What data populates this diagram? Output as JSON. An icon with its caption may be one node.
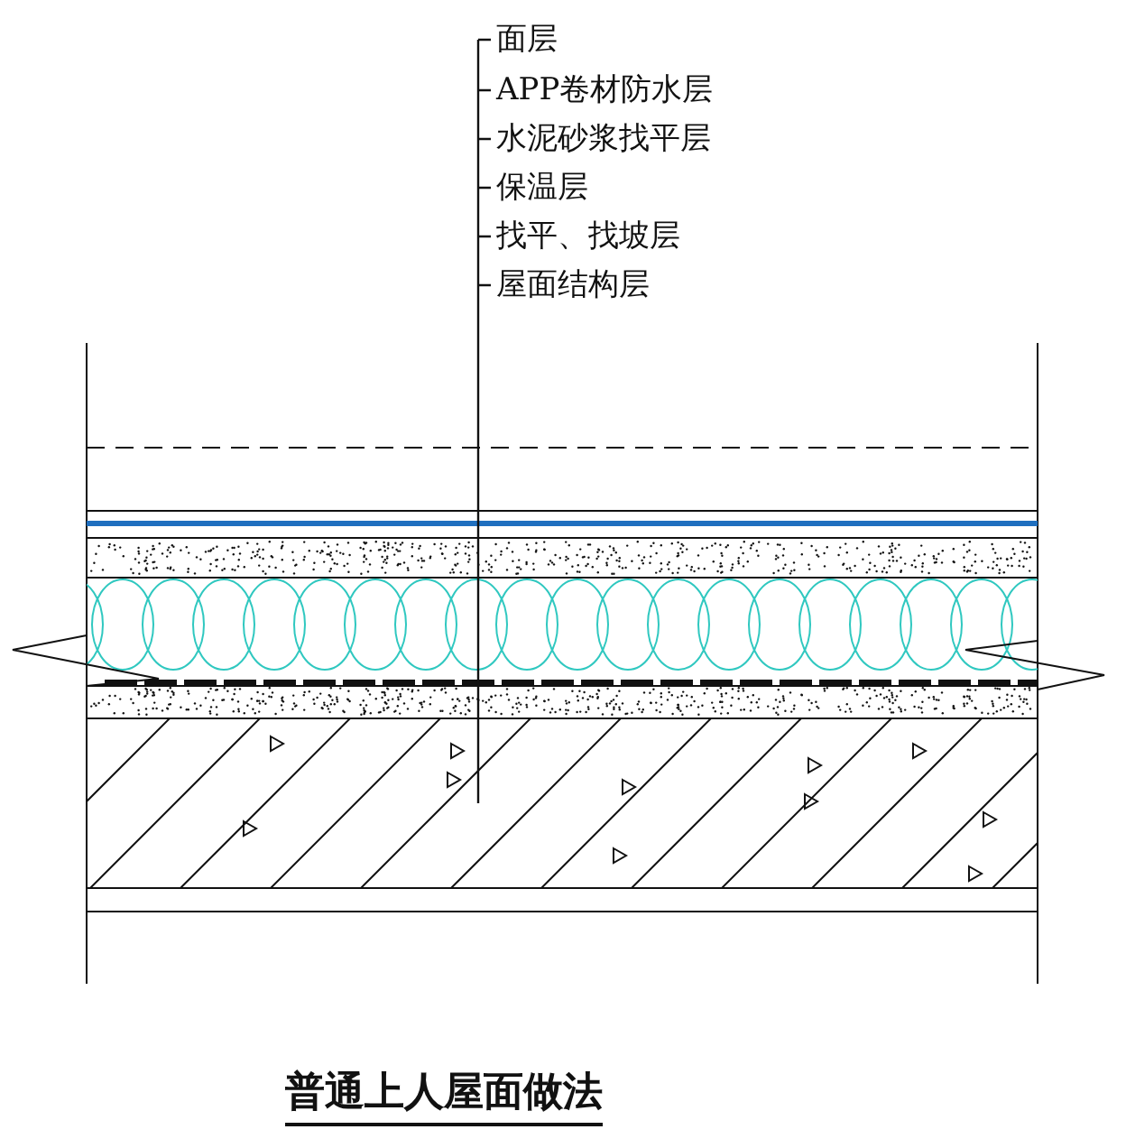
{
  "diagram": {
    "caption": "普通上人屋面做法",
    "nodes": [
      {
        "text": [
          "面层"
        ]
      },
      {
        "text": [
          "APP卷材防水层"
        ]
      },
      {
        "text": [
          "水泥砂浆找平层"
        ]
      },
      {
        "text": [
          "保温层"
        ]
      },
      {
        "text": [
          "找平、找坡层"
        ]
      },
      {
        "text": [
          "屋面结构层"
        ]
      }
    ],
    "edges": [
      {
        "from": 0,
        "to": null,
        "arrow": "none"
      },
      {
        "from": 1,
        "to": null,
        "arrow": "none"
      },
      {
        "from": 2,
        "to": null,
        "arrow": "none"
      },
      {
        "from": 3,
        "to": null,
        "arrow": "none"
      },
      {
        "from": 4,
        "to": null,
        "arrow": "none"
      },
      {
        "from": 5,
        "to": null,
        "arrow": "none"
      }
    ]
  }
}
